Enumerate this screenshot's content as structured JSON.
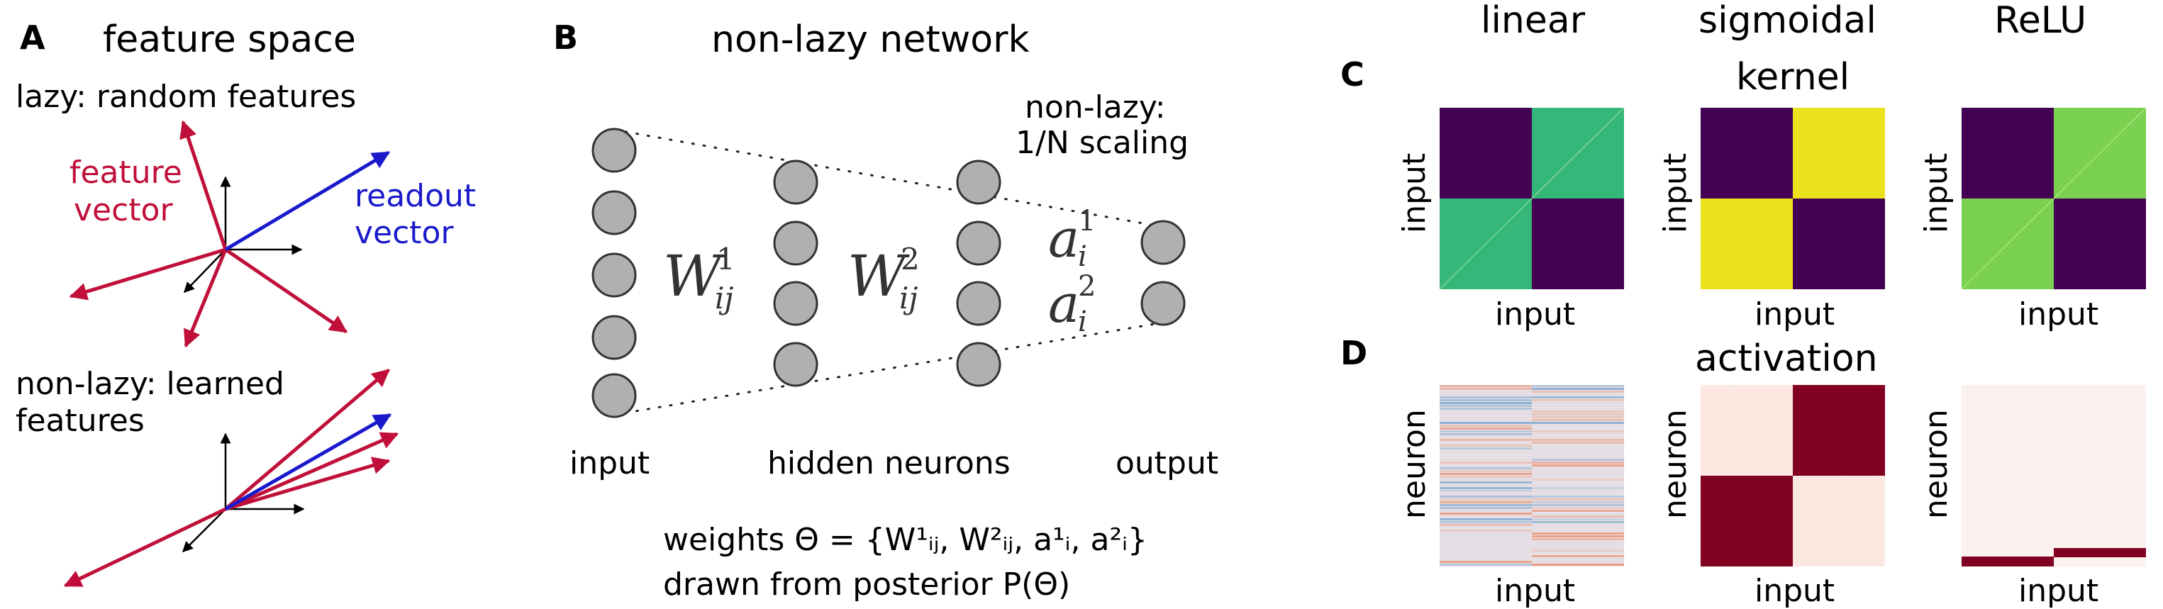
{
  "panel_a": {
    "letter": "A",
    "title": "feature space",
    "lazy_label": "lazy: random features",
    "feature_vector_label_1": "feature",
    "feature_vector_label_2": "vector",
    "readout_vector_label_1": "readout",
    "readout_vector_label_2": "vector",
    "nonlazy_label_1": "non-lazy: learned",
    "nonlazy_label_2": "features",
    "colors": {
      "feature": "#c0103a",
      "readout": "#1a1acc",
      "axes": "#000000"
    }
  },
  "panel_b": {
    "letter": "B",
    "title": "non-lazy network",
    "scaling_label_1": "non-lazy:",
    "scaling_label_2": "1/N scaling",
    "w1_sym": "W",
    "w1_sup": "1",
    "w1_sub": "ij",
    "w2_sym": "W",
    "w2_sup": "2",
    "w2_sub": "ij",
    "a1_sym": "a",
    "a1_sup": "1",
    "a1_sub": "i",
    "a2_sym": "a",
    "a2_sup": "2",
    "a2_sub": "i",
    "input_label": "input",
    "hidden_label": "hidden neurons",
    "output_label": "output",
    "weights_line": "weights Θ = {W¹ᵢⱼ, W²ᵢⱼ, a¹ᵢ, a²ᵢ}",
    "posterior_line": "drawn from posterior  P(Θ)",
    "colors": {
      "node_fill": "#b0b0b0",
      "node_stroke": "#333333"
    }
  },
  "panel_c": {
    "letter": "C",
    "titles": [
      "linear",
      "sigmoidal",
      "ReLU"
    ],
    "center_subtitle": "kernel",
    "y_label": "input",
    "x_label": "input",
    "colors": {
      "low": "#440154",
      "linear_high": "#35b779",
      "sigmoidal_high": "#fde725",
      "relu_high": "#7ad151"
    }
  },
  "panel_d": {
    "letter": "D",
    "center_subtitle": "activation",
    "y_label": "neuron",
    "x_label": "input",
    "colors": {
      "dark_red": "#7f0020",
      "background": "#faf0ec",
      "blue": "#6aa0c8",
      "orange": "#e38a5a"
    }
  }
}
